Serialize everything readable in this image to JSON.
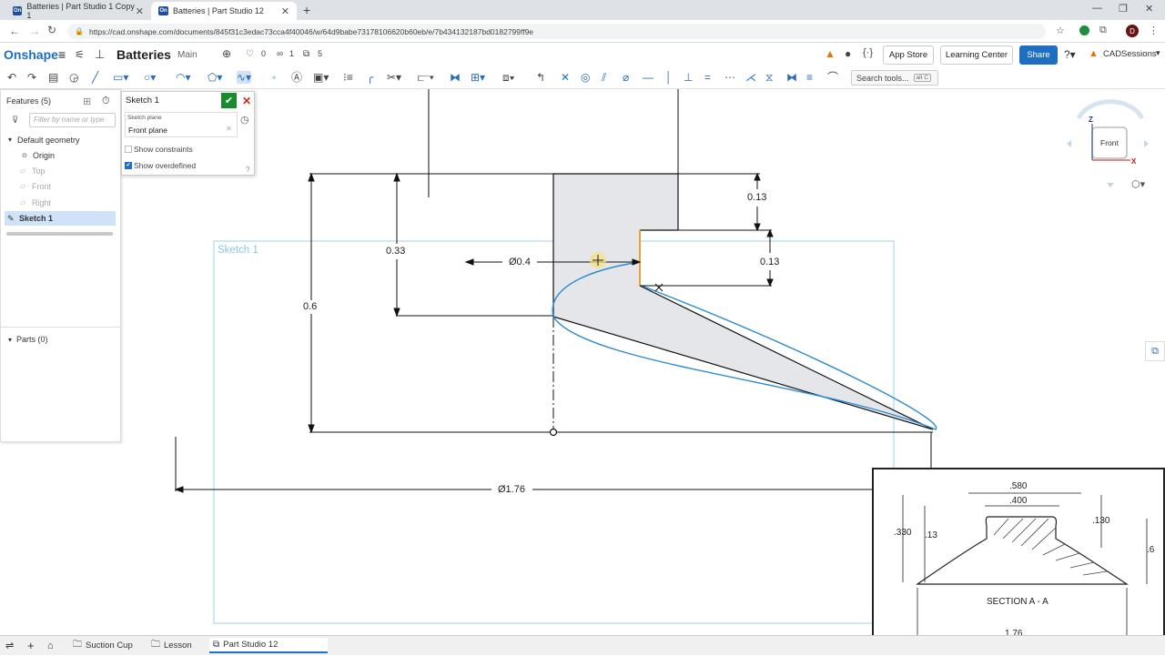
{
  "browser": {
    "tabs": [
      {
        "label": "Batteries | Part Studio 1 Copy 1",
        "active": false
      },
      {
        "label": "Batteries | Part Studio 12",
        "active": true
      }
    ],
    "url": "https://cad.onshape.com/documents/845f31c3edac73cca4f40046/w/64d9babe73178106620b60eb/e/7b434132187bd0182799ff9e",
    "profile_initial": "D",
    "favicon_text": "On"
  },
  "app": {
    "logo": "Onshape",
    "doc_title": "Batteries",
    "branch": "Main",
    "likes": "0",
    "links": "1",
    "copies": "5",
    "buttons": {
      "app_store": "App Store",
      "learning_center": "Learning Center",
      "share": "Share",
      "account": "CADSessions"
    },
    "accent": "#1e6fc1"
  },
  "toolbar": {
    "search_label": "Search tools...",
    "search_shortcut": "alt C"
  },
  "features": {
    "header": "Features (5)",
    "filter_placeholder": "Filter by name or type",
    "default_geometry": "Default geometry",
    "items": [
      {
        "label": "Origin",
        "muted": false
      },
      {
        "label": "Top",
        "muted": true
      },
      {
        "label": "Front",
        "muted": true
      },
      {
        "label": "Right",
        "muted": true
      }
    ],
    "sketch_item": "Sketch 1",
    "parts_header": "Parts (0)"
  },
  "sketch_dialog": {
    "title": "Sketch 1",
    "plane_label": "Sketch plane",
    "plane_value": "Front plane",
    "show_constraints": "Show constraints",
    "show_overdefined": "Show overdefined",
    "show_constraints_checked": false,
    "show_overdefined_checked": true
  },
  "viewport": {
    "sketch_label": "Sketch 1",
    "view_cube_face": "Front",
    "axis_z": "Z",
    "axis_x": "X",
    "dimensions": {
      "d1": "0.13",
      "d2": "0.13",
      "d3": "Ø0.4",
      "d4": "0.33",
      "d5": "0.6",
      "d6": "Ø1.76"
    }
  },
  "reference_drawing": {
    "title": "SECTION A - A",
    "dims": {
      "top1": ".580",
      "top2": ".400",
      "left1": ".330",
      "left2": ".13",
      "right1": ".130",
      "right2": ".6",
      "bottom": "1.76"
    }
  },
  "bottom_tabs": {
    "items": [
      "Suction Cup",
      "Lesson",
      "Part Studio 12"
    ],
    "active": "Part Studio 12"
  }
}
